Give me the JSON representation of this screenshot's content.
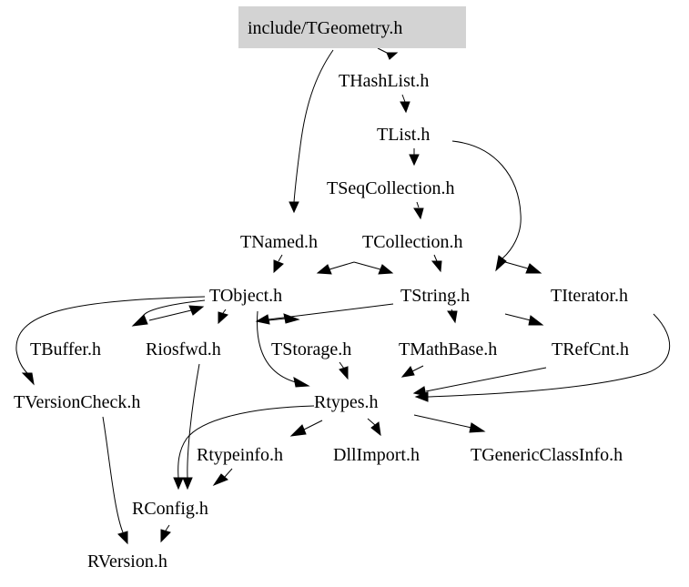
{
  "colors": {
    "root_fill": "#d3d3d3",
    "ink": "#000000",
    "background": "#ffffff"
  },
  "nodes": {
    "tgeometry": "include/TGeometry.h",
    "thashlist": "THashList.h",
    "tlist": "TList.h",
    "tseqcollection": "TSeqCollection.h",
    "tnamed": "TNamed.h",
    "tcollection": "TCollection.h",
    "tobject": "TObject.h",
    "tstring": "TString.h",
    "titerator": "TIterator.h",
    "tbuffer": "TBuffer.h",
    "riosfwd": "Riosfwd.h",
    "tstorage": "TStorage.h",
    "tmathbase": "TMathBase.h",
    "trefcnt": "TRefCnt.h",
    "tversioncheck": "TVersionCheck.h",
    "rtypes": "Rtypes.h",
    "rtypeinfo": "Rtypeinfo.h",
    "dllimport": "DllImport.h",
    "tgenericclassinfo": "TGenericClassInfo.h",
    "rconfig": "RConfig.h",
    "rversion": "RVersion.h"
  },
  "edges": [
    [
      "tgeometry",
      "thashlist"
    ],
    [
      "tgeometry",
      "tnamed"
    ],
    [
      "thashlist",
      "tlist"
    ],
    [
      "tlist",
      "tseqcollection"
    ],
    [
      "tlist",
      "tstring"
    ],
    [
      "tseqcollection",
      "tcollection"
    ],
    [
      "tnamed",
      "tobject"
    ],
    [
      "tcollection",
      "tobject"
    ],
    [
      "tcollection",
      "tstring"
    ],
    [
      "tcollection",
      "titerator"
    ],
    [
      "tobject",
      "tbuffer"
    ],
    [
      "tobject",
      "riosfwd"
    ],
    [
      "tobject",
      "tstorage"
    ],
    [
      "tobject",
      "tversioncheck"
    ],
    [
      "tobject",
      "rtypes"
    ],
    [
      "tstring",
      "tobject"
    ],
    [
      "tstring",
      "tmathbase"
    ],
    [
      "tstring",
      "trefcnt"
    ],
    [
      "tstring",
      "tstorage"
    ],
    [
      "titerator",
      "rtypes"
    ],
    [
      "tstorage",
      "rtypes"
    ],
    [
      "tmathbase",
      "rtypes"
    ],
    [
      "trefcnt",
      "rtypes"
    ],
    [
      "riosfwd",
      "rconfig"
    ],
    [
      "tversioncheck",
      "rversion"
    ],
    [
      "rtypes",
      "rtypeinfo"
    ],
    [
      "rtypes",
      "dllimport"
    ],
    [
      "rtypes",
      "tgenericclassinfo"
    ],
    [
      "rtypes",
      "rconfig"
    ],
    [
      "rtypeinfo",
      "rconfig"
    ],
    [
      "rconfig",
      "rversion"
    ]
  ]
}
